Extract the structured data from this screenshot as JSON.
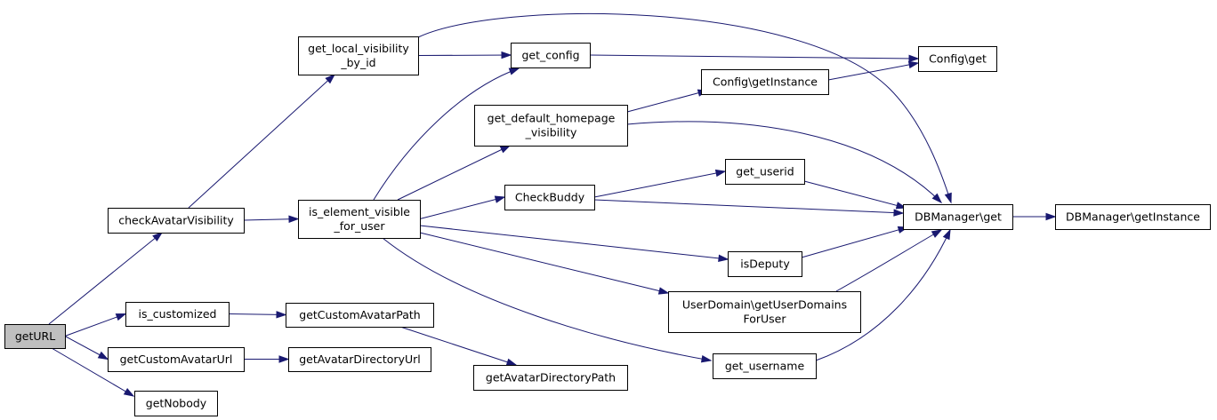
{
  "nodes": [
    {
      "id": "getURL",
      "lines": [
        "getURL"
      ],
      "root": true
    },
    {
      "id": "checkAvatarVisibility",
      "lines": [
        "checkAvatarVisibility"
      ]
    },
    {
      "id": "is_customized",
      "lines": [
        "is_customized"
      ]
    },
    {
      "id": "getCustomAvatarUrl",
      "lines": [
        "getCustomAvatarUrl"
      ]
    },
    {
      "id": "getNobody",
      "lines": [
        "getNobody"
      ]
    },
    {
      "id": "get_local_visibility_by_id",
      "lines": [
        "get_local_visibility",
        "_by_id"
      ]
    },
    {
      "id": "is_element_visible_for_user",
      "lines": [
        "is_element_visible",
        "_for_user"
      ]
    },
    {
      "id": "getCustomAvatarPath",
      "lines": [
        "getCustomAvatarPath"
      ]
    },
    {
      "id": "getAvatarDirectoryUrl",
      "lines": [
        "getAvatarDirectoryUrl"
      ]
    },
    {
      "id": "get_config",
      "lines": [
        "get_config"
      ]
    },
    {
      "id": "get_default_homepage_visibility",
      "lines": [
        "get_default_homepage",
        "_visibility"
      ]
    },
    {
      "id": "CheckBuddy",
      "lines": [
        "CheckBuddy"
      ]
    },
    {
      "id": "getAvatarDirectoryPath",
      "lines": [
        "getAvatarDirectoryPath"
      ]
    },
    {
      "id": "Config_getInstance",
      "lines": [
        "Config\\getInstance"
      ]
    },
    {
      "id": "get_userid",
      "lines": [
        "get_userid"
      ]
    },
    {
      "id": "isDeputy",
      "lines": [
        "isDeputy"
      ]
    },
    {
      "id": "UserDomain_getUserDomainsForUser",
      "lines": [
        "UserDomain\\getUserDomains",
        "ForUser"
      ]
    },
    {
      "id": "get_username",
      "lines": [
        "get_username"
      ]
    },
    {
      "id": "Config_get",
      "lines": [
        "Config\\get"
      ]
    },
    {
      "id": "DBManager_get",
      "lines": [
        "DBManager\\get"
      ]
    },
    {
      "id": "DBManager_getInstance",
      "lines": [
        "DBManager\\getInstance"
      ]
    }
  ],
  "edges": [
    [
      "getURL",
      "checkAvatarVisibility"
    ],
    [
      "getURL",
      "is_customized"
    ],
    [
      "getURL",
      "getCustomAvatarUrl"
    ],
    [
      "getURL",
      "getNobody"
    ],
    [
      "checkAvatarVisibility",
      "get_local_visibility_by_id"
    ],
    [
      "checkAvatarVisibility",
      "is_element_visible_for_user"
    ],
    [
      "get_local_visibility_by_id",
      "get_config"
    ],
    [
      "get_local_visibility_by_id",
      "DBManager_get"
    ],
    [
      "is_element_visible_for_user",
      "get_config"
    ],
    [
      "is_element_visible_for_user",
      "get_default_homepage_visibility"
    ],
    [
      "is_element_visible_for_user",
      "CheckBuddy"
    ],
    [
      "is_element_visible_for_user",
      "isDeputy"
    ],
    [
      "is_element_visible_for_user",
      "UserDomain_getUserDomainsForUser"
    ],
    [
      "is_element_visible_for_user",
      "get_username"
    ],
    [
      "is_customized",
      "getCustomAvatarPath"
    ],
    [
      "getCustomAvatarPath",
      "getAvatarDirectoryPath"
    ],
    [
      "getCustomAvatarUrl",
      "getAvatarDirectoryUrl"
    ],
    [
      "get_config",
      "Config_get"
    ],
    [
      "get_default_homepage_visibility",
      "Config_getInstance"
    ],
    [
      "get_default_homepage_visibility",
      "DBManager_get"
    ],
    [
      "Config_getInstance",
      "Config_get"
    ],
    [
      "CheckBuddy",
      "get_userid"
    ],
    [
      "CheckBuddy",
      "DBManager_get"
    ],
    [
      "get_userid",
      "DBManager_get"
    ],
    [
      "isDeputy",
      "DBManager_get"
    ],
    [
      "UserDomain_getUserDomainsForUser",
      "DBManager_get"
    ],
    [
      "get_username",
      "DBManager_get"
    ],
    [
      "DBManager_get",
      "DBManager_getInstance"
    ]
  ]
}
